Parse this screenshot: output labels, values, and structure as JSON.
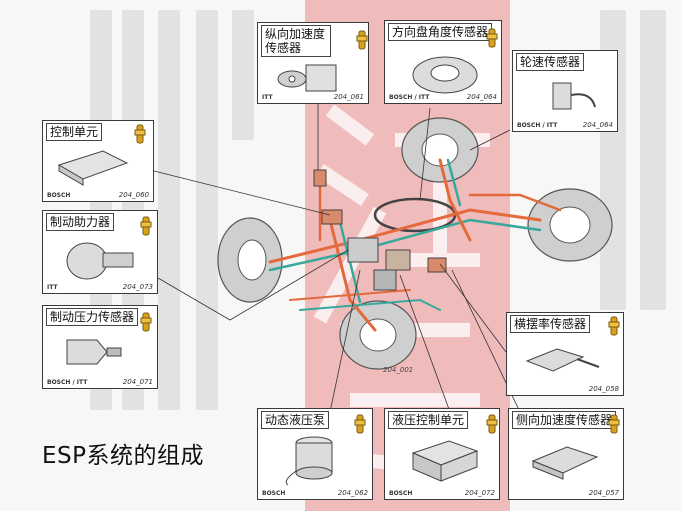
{
  "caption": "ESP系统的组成",
  "components": [
    {
      "id": "long-accel",
      "label": "纵向加速度传感器",
      "brand": "ITT",
      "code": "204_061"
    },
    {
      "id": "steer-angle",
      "label": "方向盘角度传感器",
      "brand": "BOSCH / ITT",
      "code": "204_064"
    },
    {
      "id": "wheel-speed",
      "label": "轮速传感器",
      "brand": "BOSCH / ITT",
      "code": "204_064"
    },
    {
      "id": "control-unit",
      "label": "控制单元",
      "brand": "BOSCH",
      "code": "204_060"
    },
    {
      "id": "brake-booster",
      "label": "制动助力器",
      "brand": "ITT",
      "code": "204_073"
    },
    {
      "id": "brake-pressure",
      "label": "制动压力传感器",
      "brand": "BOSCH / ITT",
      "code": "204_071"
    },
    {
      "id": "yaw-rate",
      "label": "横摆率传感器",
      "brand": "",
      "code": "204_058"
    },
    {
      "id": "dynamic-pump",
      "label": "动态液压泵",
      "brand": "BOSCH",
      "code": "204_062"
    },
    {
      "id": "hydraulic-unit",
      "label": "液压控制单元",
      "brand": "BOSCH",
      "code": "204_072"
    },
    {
      "id": "lat-accel",
      "label": "侧向加速度传感器",
      "brand": "",
      "code": "204_057"
    }
  ],
  "center_code": "204_001",
  "colors": {
    "watermark": "#e8a3a3",
    "brake_line": "#e36a3c",
    "signal_line": "#38a89d",
    "clip": "#d9a21e"
  }
}
